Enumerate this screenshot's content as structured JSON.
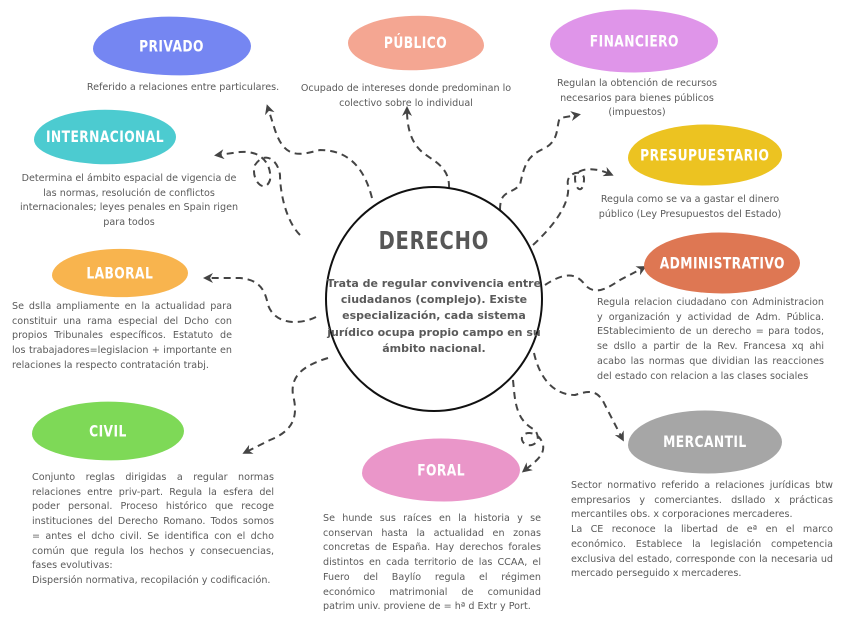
{
  "center": {
    "title": "DERECHO",
    "body": "Trata de regular convivencia entre ciudadanos (complejo). Existe especialización, cada sistema jurídico ocupa propio campo en su ámbito nacional."
  },
  "branches": [
    {
      "id": "privado",
      "title": "PRIVADO",
      "color": "#7586f2",
      "description": "Referido a relaciones entre particulares."
    },
    {
      "id": "publico",
      "title": "PÚBLICO",
      "color": "#f4a692",
      "description": "Ocupado de intereses donde predominan lo colectivo sobre lo individual"
    },
    {
      "id": "financiero",
      "title": "FINANCIERO",
      "color": "#df95e9",
      "description": "Regulan la obtención de recursos necesarios para bienes públicos (impuestos)"
    },
    {
      "id": "internacional",
      "title": "INTERNACIONAL",
      "color": "#4ccbd0",
      "description": "Determina el ámbito espacial de vigencia de las normas, resolución de conflictos internacionales; leyes penales en Spain rigen para todos"
    },
    {
      "id": "presupuestario",
      "title": "PRESUPUESTARIO",
      "color": "#ecc321",
      "description": "Regula como se va a gastar el dinero público (Ley Presupuestos del Estado)"
    },
    {
      "id": "laboral",
      "title": "LABORAL",
      "color": "#f8b44e",
      "description": "Se dslla ampliamente en la actualidad para constituir una rama especial del Dcho con propios Tribunales específicos. Estatuto de los trabajadores=legislacion + importante en relaciones la respecto contratación trabj."
    },
    {
      "id": "administrativo",
      "title": "ADMINISTRATIVO",
      "color": "#de7753",
      "description": "Regula relacion ciudadano con Administracion y organización y actividad de Adm. Pública. EStablecimiento de un derecho = para todos, se dsllo a partir de la Rev. Francesa xq ahi acabo las normas que dividian las reacciones del estado con relacion a las clases sociales"
    },
    {
      "id": "civil",
      "title": "CIVIL",
      "color": "#7ed957",
      "description": "Conjunto reglas dirigidas a regular normas relaciones entre priv-part. Regula la esfera del poder personal. Proceso histórico que recoge instituciones del Derecho Romano. Todos somos = antes el dcho civil. Se identifica con el dcho común que regula los hechos y consecuencias, fases evolutivas:",
      "description_extra": "Dispersión normativa, recopilación y codificación."
    },
    {
      "id": "foral",
      "title": "FORAL",
      "color": "#ea96c9",
      "description": "Se hunde sus raíces en la historia y se conservan hasta la actualidad en zonas concretas de España. Hay derechos forales distintos en cada territorio de las CCAA, el Fuero del Baylío regula el régimen económico matrimonial de comunidad patrim univ. proviene de = hª d Extr y Port."
    },
    {
      "id": "mercantil",
      "title": "MERCANTIL",
      "color": "#a6a6a6",
      "description": "Sector normativo referido a relaciones jurídicas btw empresarios y comerciantes. dsllado x prácticas mercantiles obs. x corporaciones mercaderes.",
      "description_extra": "La CE reconoce la libertad de eª en el marco económico. Establece la legislación competencia exclusiva del estado, corresponde con la necesaria ud mercado perseguido x mercaderes."
    }
  ],
  "style": {
    "arrow_color": "#444444",
    "circle_border": "#111111",
    "text_color": "#5a5a5a"
  }
}
